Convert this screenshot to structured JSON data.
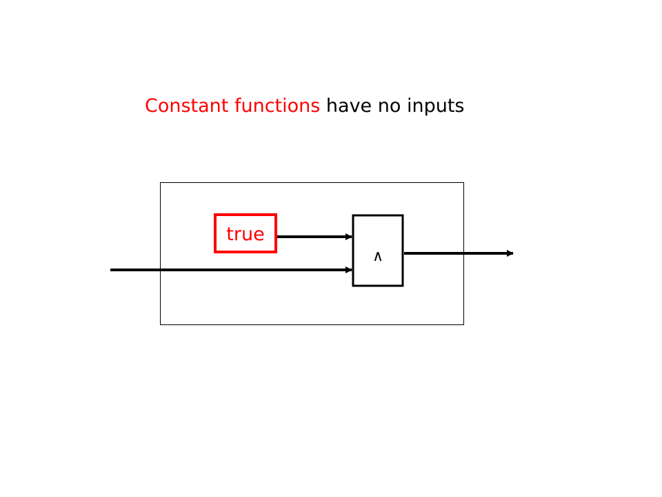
{
  "slide": {
    "title_highlight": "Constant functions",
    "title_rest": " have no inputs"
  },
  "diagram": {
    "constant_label": "true",
    "gate_symbol": "∧",
    "colors": {
      "highlight": "#ff0000",
      "stroke": "#000000"
    }
  }
}
